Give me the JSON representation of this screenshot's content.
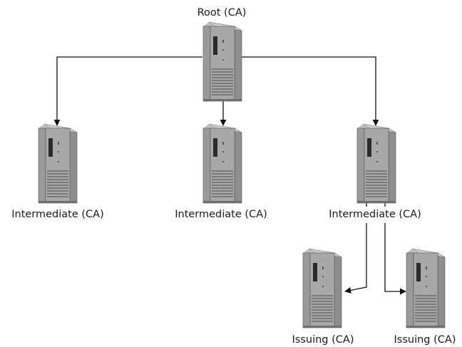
{
  "diagram": {
    "nodes": [
      {
        "id": "root",
        "label": "Root (CA)"
      },
      {
        "id": "intermediate-1",
        "label": "Intermediate (CA)"
      },
      {
        "id": "intermediate-2",
        "label": "Intermediate (CA)"
      },
      {
        "id": "intermediate-3",
        "label": "Intermediate (CA)"
      },
      {
        "id": "issuing-1",
        "label": "Issuing (CA)"
      },
      {
        "id": "issuing-2",
        "label": "Issuing (CA)"
      }
    ],
    "edges": [
      {
        "from": "root",
        "to": "intermediate-1"
      },
      {
        "from": "root",
        "to": "intermediate-2"
      },
      {
        "from": "root",
        "to": "intermediate-3"
      },
      {
        "from": "intermediate-3",
        "to": "issuing-1"
      },
      {
        "from": "intermediate-3",
        "to": "issuing-2"
      }
    ]
  }
}
